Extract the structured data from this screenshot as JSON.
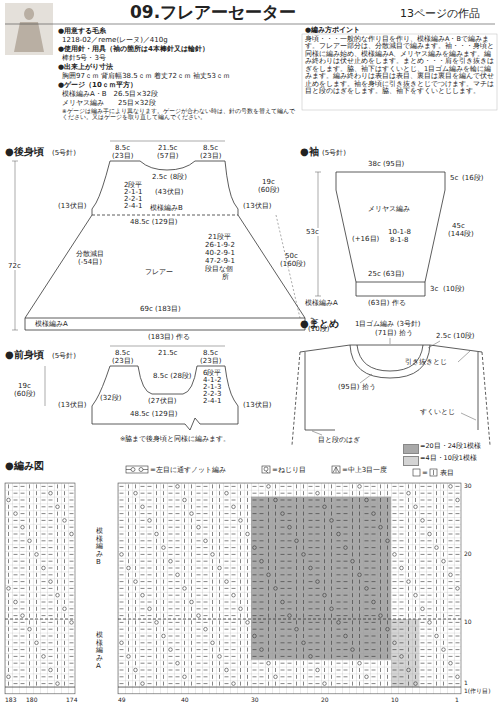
{
  "diagram": {
    "title": "09.フレアーセーター",
    "labels": [
      "13ページの作品",
      "●用意する毛糸",
      "1218-02／reme(レーヌ)／410g",
      "●使用針・用具（袖の箇所は4本棒針又は輪針）",
      "棒針5号・3号",
      "●出来上がり寸法",
      "胸囲97ｃｍ 背肩幅38.5ｃｍ 着丈72ｃｍ 袖丈53ｃｍ",
      "●ゲージ（10ｃｍ平方）",
      "模様編みA・B　26.5目×32段",
      "メリヤス編み　　25目×32段",
      "※ゲージは編み手により異なります。ゲージが合わない時は、針の号数を替えて編んでください。又はゲージを取り直して編んでください。",
      "●編み方ポイント",
      "身頃・・・一般的な作り目を作り、模様編みA・Bで編みます。フレアー部分は、分散減目で編みます。袖・・・身頃と同様に編み始め、模様編みA、メリヤス編みを編みます。編み終わりは伏せ止めをします。まとめ・・・肩を引き抜きはぎをします。脇、袖下はすくいとじ、1目ゴム編みを輪に編みます。編み終わりは表目は表目、裏目は裏目を編んで伏せ止めをします。袖を身頃に引き抜きとじでつけます。マチは目と段のはぎをします。脇、袖下をすくいとじします。",
      "●後身頃",
      "(5号針)",
      "8.5c",
      "(23目)",
      "21.5c",
      "(57目)",
      "8.5c",
      "(23目)",
      "2.5c",
      "(8段)",
      "2段平",
      "2-1-1",
      "2-2-1",
      "2-4-1",
      "(43伏目)",
      "19c",
      "(60段)",
      "(13伏目)",
      "(13伏目)",
      "模様編みB",
      "48.5c (129目)",
      "72c",
      "分散減目",
      "(-54目)",
      "フレアー",
      "21段平",
      "26-1-9-2",
      "40-2-9-1",
      "47-2-9-1",
      "段目な個",
      "所",
      "50c",
      "(160段)",
      "69c (183目)",
      "3c",
      "(10段)",
      "模様編みA",
      "(183目) 作る",
      "●前身頃",
      "(5号針)",
      "8.5c",
      "(23目)",
      "21.5c",
      "8.5c",
      "(23目)",
      "8.5c (28段)",
      "6段平",
      "4-1-2",
      "2-1-3",
      "2-2-3",
      "2-4-1",
      "19c",
      "(60段)",
      "(13伏目)",
      "(32段)",
      "(27伏目)",
      "(13伏目)",
      "48.5c (129目)",
      "※脇まで後身頃と同様に編みます。",
      "●袖",
      "(5号針)",
      "38c (95目)",
      "5c",
      "(16段)",
      "メリヤス編み",
      "(+16目)",
      "10-1-8",
      "8-1-8",
      "45c",
      "(144段)",
      "53c",
      "25c (63目)",
      "3c",
      "(10段)",
      "模様編みA",
      "(63目) 作る",
      "●まとめ",
      "1目ゴム編み (3号針)",
      "(71目) 拾う",
      "2.5c (10段)",
      "(95目) 拾う",
      "引き抜きとじ",
      "すくいとじ",
      "目と段のはぎ",
      "●編み図",
      "=左目に通すノット編み",
      "=ねじり目",
      "=中上3目一度",
      "=",
      "表目",
      "183",
      "180",
      "174",
      "49",
      "40",
      "30",
      "20",
      "10",
      "1",
      "30",
      "20",
      "10",
      "1",
      "1(作り目)",
      "模様編みB",
      "模様編みA"
    ],
    "legend": [
      {
        "text": "=20目・24段1模様",
        "color": "#a9a9a9"
      },
      {
        "text": "=4目・10段1模様",
        "color": "#d4d4d4"
      }
    ]
  }
}
